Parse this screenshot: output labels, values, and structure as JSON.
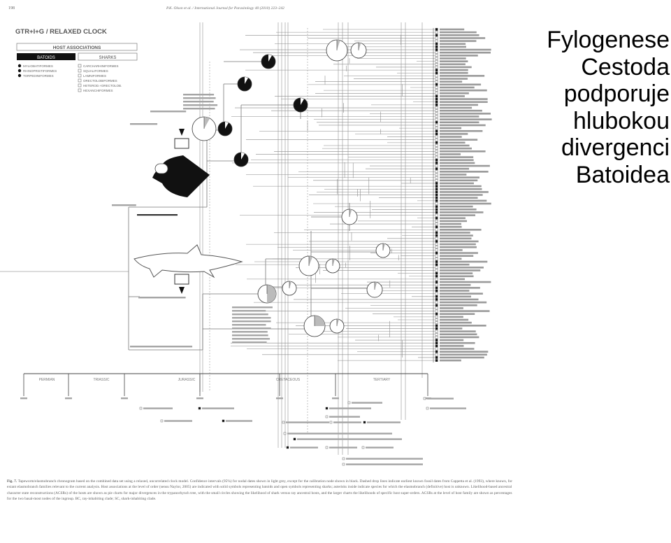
{
  "slide_title": {
    "lines": [
      "Fylogenese",
      "Cestoda",
      "podporuje",
      "hlubokou",
      "divergenci",
      "Batoidea"
    ]
  },
  "figure": {
    "page_number": "198",
    "running_header": "P.K. Olson et al. / International Journal for Parasitology 40 (2010) 223–242",
    "method_label": "GTR+I+G / RELAXED CLOCK",
    "legend": {
      "title": "HOST ASSOCIATIONS",
      "col_left": "BATOIDS",
      "col_right": "SHARKS",
      "left_items": [
        "MYLIOBATIFORMES",
        "RHINOPRISTIFORMES",
        "TORPEDINIFORMES"
      ],
      "right_items": [
        "CARCHARHINIFORMES",
        "SQUALIFORMES",
        "LAMNIFORMES",
        "ORECTOLOBIFORMES",
        "HETEROD.+ORECTOLOB.",
        "HEXANCHIFORMES"
      ]
    },
    "periods": [
      "PERMIAN",
      "TRIASSIC",
      "JURASSIC",
      "CRETACEOUS",
      "TERTIARY"
    ],
    "figure_label": "Fig. 7.",
    "caption_text": "Tapeworm/elasmobranch chronogram based on the combined data set using a relaxed, uncorrelated clock model. Confidence intervals (95%) for nodal dates shown in light grey, except for the calibration node shown in black. Dashed drop lines indicate earliest known fossil dates from Cappetta et al. (1993), where known, for extant elasmobranch families relevant to the current analysis. Host associations at the level of order (sensu Naylor, 2005) are indicated with solid symbols representing batoids and open symbols representing sharks; asterisks inside indicate species for which the elasmobranch (definitive) host is unknown. Likelihood-based ancestral character state reconstructions (ACSRs) of the hosts are shown as pie charts for major divergences in the trypanorhynch tree, with the small circles showing the likelihood of shark versus ray ancestral hosts, and the larger charts the likelihoods of specific host super-orders. ACSRs at the level of host family are shown as percentages for the two basal-most nodes of the ingroup. BC, ray-inhabiting clade; SC, shark-inhabiting clade."
  }
}
